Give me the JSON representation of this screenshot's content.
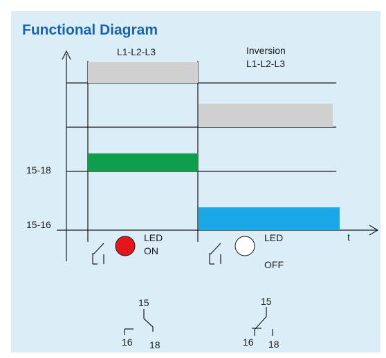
{
  "title": "Functional Diagram",
  "phase_labels": {
    "normal": "L1-L2-L3",
    "inversion_line1": "Inversion",
    "inversion_line2": "L1-L2-L3"
  },
  "axis": {
    "time_label": "t",
    "contact_15_18": "15-18",
    "contact_15_16": "15-16"
  },
  "led_on": {
    "line1": "LED",
    "line2": "ON",
    "color": "#e8141c"
  },
  "led_off": {
    "line1": "LED",
    "line2": "OFF",
    "color": "#ffffff"
  },
  "contact_left": {
    "common": "15",
    "nc": "16",
    "no": "18"
  },
  "contact_right": {
    "common": "15",
    "nc": "16",
    "no": "18"
  },
  "colors": {
    "panel": "#dbeef8",
    "title": "#1764b0",
    "supply_bar": "#d0d0d0",
    "relay_15_18": "#0f9e4a",
    "relay_15_16": "#1aa7e8"
  }
}
